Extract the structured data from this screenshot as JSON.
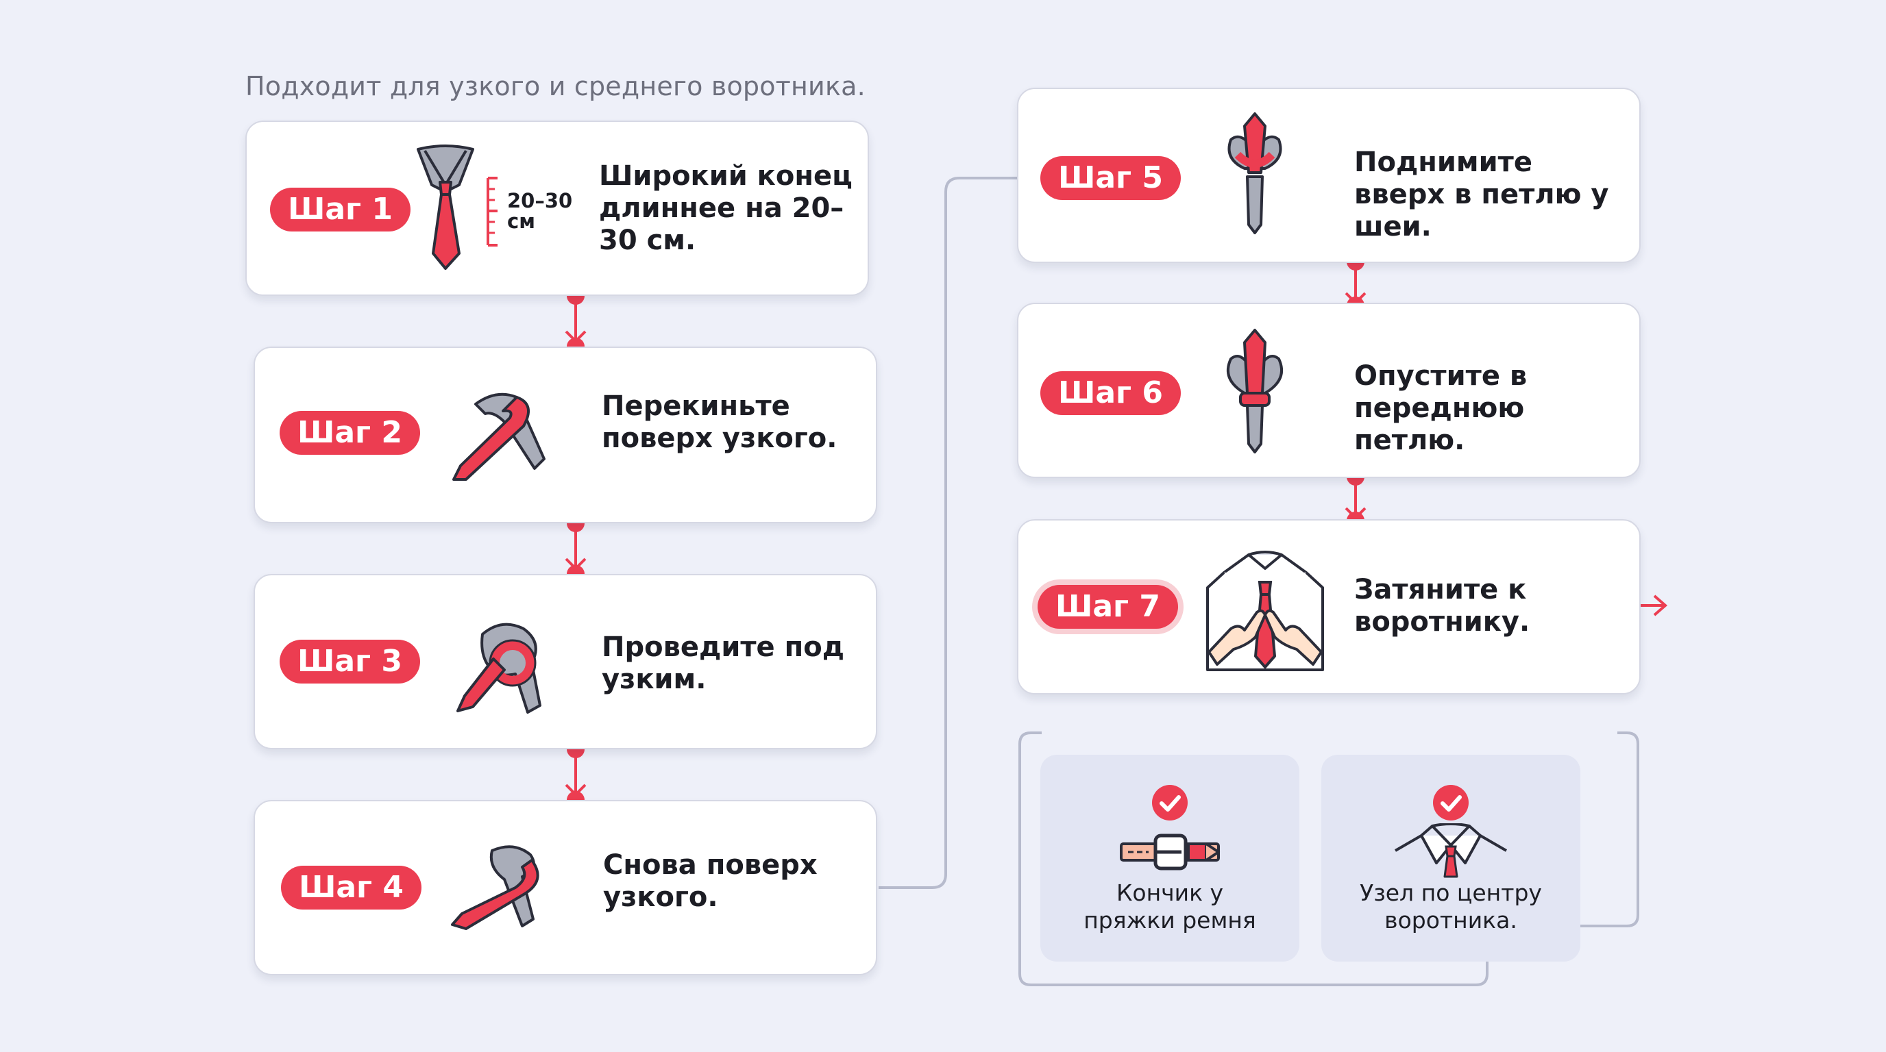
{
  "subtitle": "Подходит для узкого и среднего воротника.",
  "steps": [
    {
      "badge": "Шаг 1",
      "text": "Широкий конец длиннее на 20–30 см.",
      "icon": "tie-measure-icon",
      "measure_label": "20–30 см"
    },
    {
      "badge": "Шаг 2",
      "text": "Перекиньте поверх узкого.",
      "icon": "tie-cross-over-icon"
    },
    {
      "badge": "Шаг 3",
      "text": "Проведите под узким.",
      "icon": "tie-under-icon"
    },
    {
      "badge": "Шаг 4",
      "text": "Снова поверх узкого.",
      "icon": "tie-over-again-icon"
    },
    {
      "badge": "Шаг 5",
      "text": "Поднимите вверх в петлю у шеи.",
      "icon": "tie-up-through-loop-icon"
    },
    {
      "badge": "Шаг 6",
      "text": "Опустите в переднюю петлю.",
      "icon": "tie-down-front-loop-icon"
    },
    {
      "badge": "Шаг 7",
      "text": "Затяните к воротнику.",
      "icon": "tighten-knot-hands-icon"
    }
  ],
  "tips": [
    {
      "text": "Кончик у пряжки ремня",
      "icon": "belt-buckle-icon",
      "check_icon": "check-icon"
    },
    {
      "text": "Узел по центру воротника.",
      "icon": "collar-knot-icon",
      "check_icon": "check-icon"
    }
  ],
  "colors": {
    "accent": "#ec3d51",
    "tie_gray": "#a9adb9",
    "connector": "#b7bbcd",
    "background": "#eef0f9"
  }
}
